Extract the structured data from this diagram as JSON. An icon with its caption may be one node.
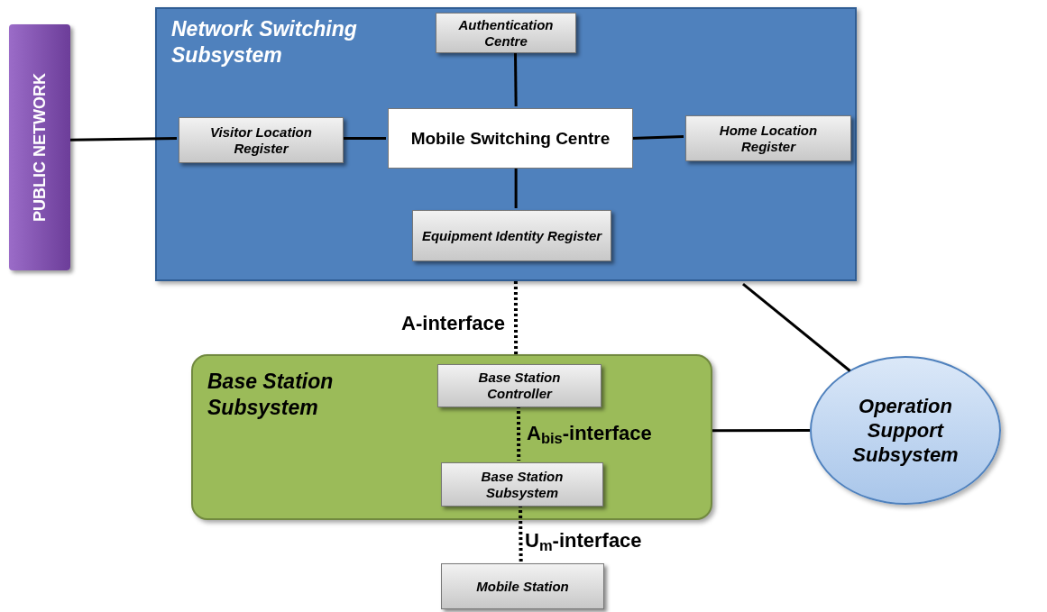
{
  "diagram": {
    "nodes": [
      {
        "text": [
          "PUBLIC NETWORK"
        ]
      },
      {
        "text": [
          "Network Switching Subsystem"
        ]
      },
      {
        "text": [
          "Authentication Centre"
        ],
        "in": 1
      },
      {
        "text": [
          "Visitor Location Register"
        ],
        "in": 1
      },
      {
        "text": [
          "Mobile Switching Centre"
        ],
        "in": 1
      },
      {
        "text": [
          "Home Location Register"
        ],
        "in": 1
      },
      {
        "text": [
          "Equipment Identity Register"
        ],
        "in": 1
      },
      {
        "text": [
          "Base Station Subsystem"
        ]
      },
      {
        "text": [
          "Base Station Controller"
        ],
        "in": 7
      },
      {
        "text": [
          "Base Station Subsystem"
        ],
        "in": 7
      },
      {
        "text": [
          "Operation Support Subsystem"
        ]
      },
      {
        "text": [
          "Mobile Station"
        ]
      }
    ],
    "edges": [
      {
        "from": 0,
        "to": 3,
        "arrow": "none"
      },
      {
        "from": 3,
        "to": 4,
        "arrow": "none"
      },
      {
        "from": 4,
        "to": 5,
        "arrow": "none"
      },
      {
        "from": 2,
        "to": 4,
        "arrow": "none"
      },
      {
        "from": 4,
        "to": 6,
        "arrow": "none"
      },
      {
        "from": 1,
        "to": 7,
        "arrow": "none",
        "style": "dashed",
        "label": "A-interface"
      },
      {
        "from": 8,
        "to": 9,
        "arrow": "none",
        "style": "dashed",
        "label": "A$_{bis}$-interface"
      },
      {
        "from": 9,
        "to": 11,
        "arrow": "none",
        "style": "dashed",
        "label": "U$_{m}$-interface"
      },
      {
        "from": 1,
        "to": 10,
        "arrow": "none"
      },
      {
        "from": 7,
        "to": 10,
        "arrow": "none"
      }
    ]
  }
}
